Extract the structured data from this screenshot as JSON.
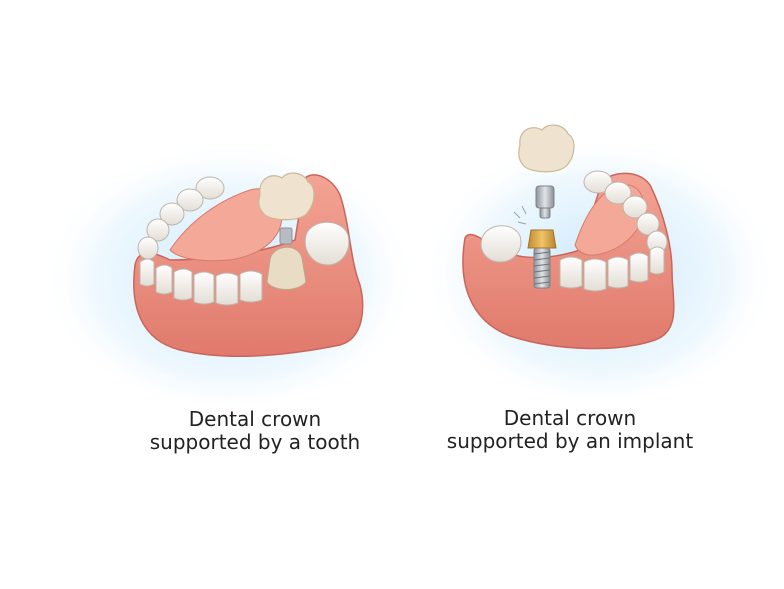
{
  "figure": {
    "left": {
      "caption_line1": "Dental crown",
      "caption_line2": "supported by a tooth"
    },
    "right": {
      "caption_line1": "Dental crown",
      "caption_line2": "supported by an implant"
    }
  },
  "colors": {
    "gum": "#ee8e7f",
    "gum_dark": "#d46f63",
    "gum_light": "#f6b3a6",
    "tooth": "#fbf7f0",
    "tooth_shadow": "#dcd6cf",
    "crown": "#efe3cf",
    "abutment_gold": "#d9a64a",
    "metal": "#b8bcc2",
    "glow": "#bfe3fb"
  }
}
